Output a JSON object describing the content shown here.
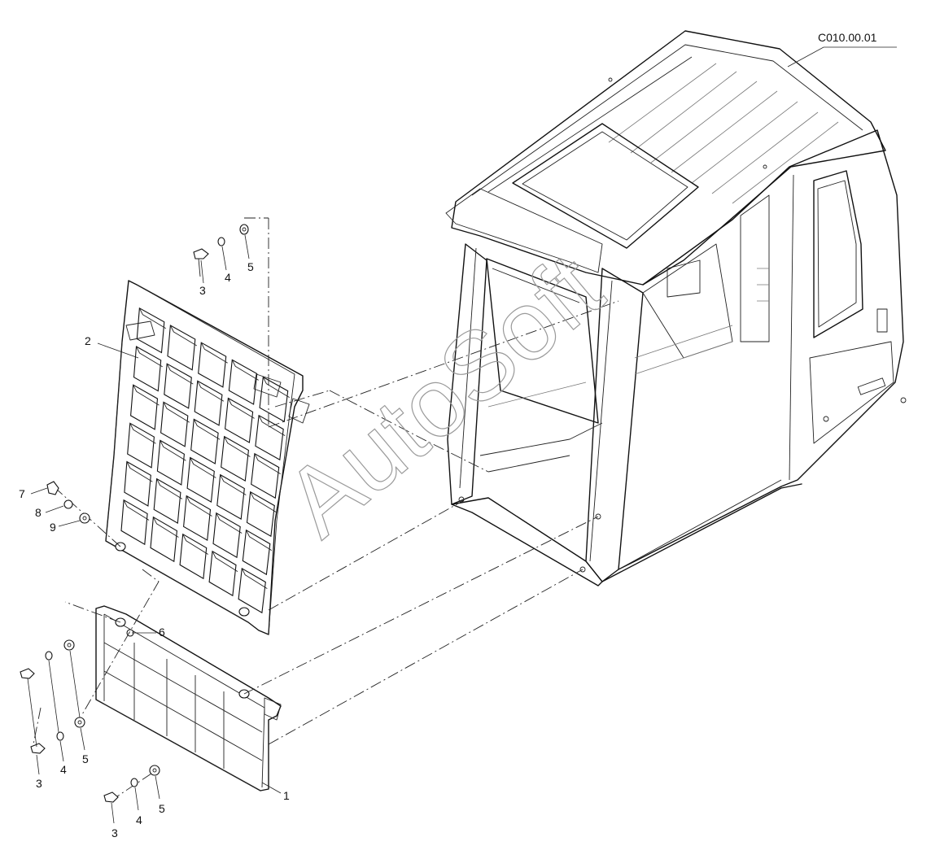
{
  "reference": "C010.00.01",
  "watermark": "AutoSoft",
  "callouts": {
    "part_1": "1",
    "part_2": "2",
    "part_6": "6",
    "part_7": "7",
    "part_8": "8",
    "part_9": "9",
    "top_3": "3",
    "top_4": "4",
    "top_5": "5",
    "left_3": "3",
    "left_4": "4",
    "left_5": "5",
    "bottom_3": "3",
    "bottom_4": "4",
    "bottom_5": "5"
  }
}
